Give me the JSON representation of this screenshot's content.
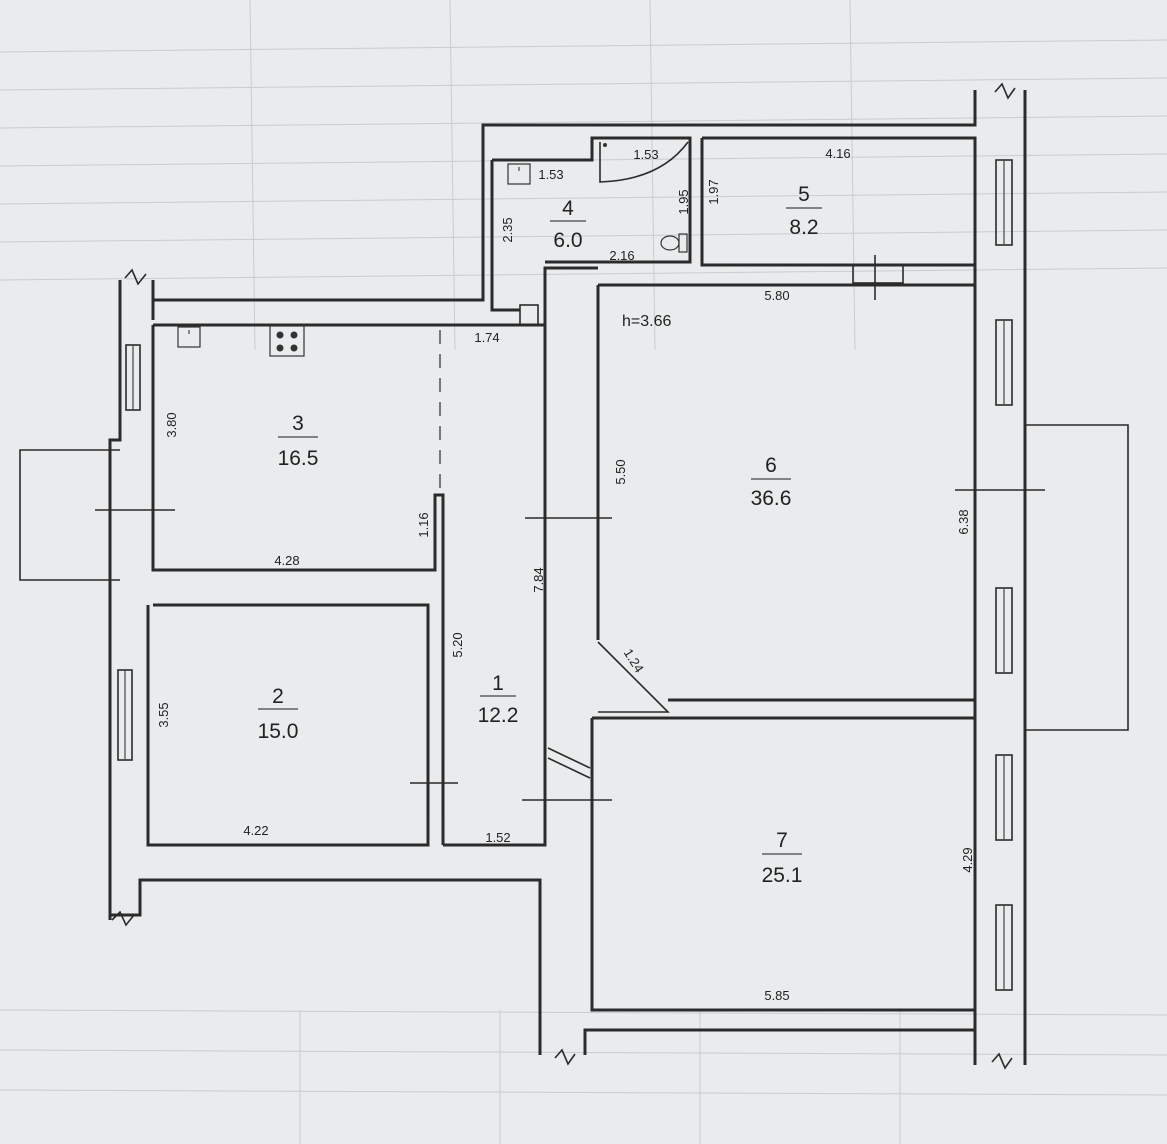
{
  "plan": {
    "height_note": "h=3.66",
    "rooms": [
      {
        "num": "1",
        "area": "12.2"
      },
      {
        "num": "2",
        "area": "15.0"
      },
      {
        "num": "3",
        "area": "16.5"
      },
      {
        "num": "4",
        "area": "6.0"
      },
      {
        "num": "5",
        "area": "8.2"
      },
      {
        "num": "6",
        "area": "36.6"
      },
      {
        "num": "7",
        "area": "25.1"
      }
    ],
    "dimensions": [
      "3.80",
      "4.28",
      "1.16",
      "5.20",
      "1.74",
      "3.55",
      "4.22",
      "1.52",
      "2.35",
      "1.53",
      "1.53",
      "1.95",
      "2.16",
      "1.97",
      "4.16",
      "5.80",
      "5.50",
      "7.84",
      "1.24",
      "6.38",
      "4.29",
      "5.85"
    ]
  }
}
